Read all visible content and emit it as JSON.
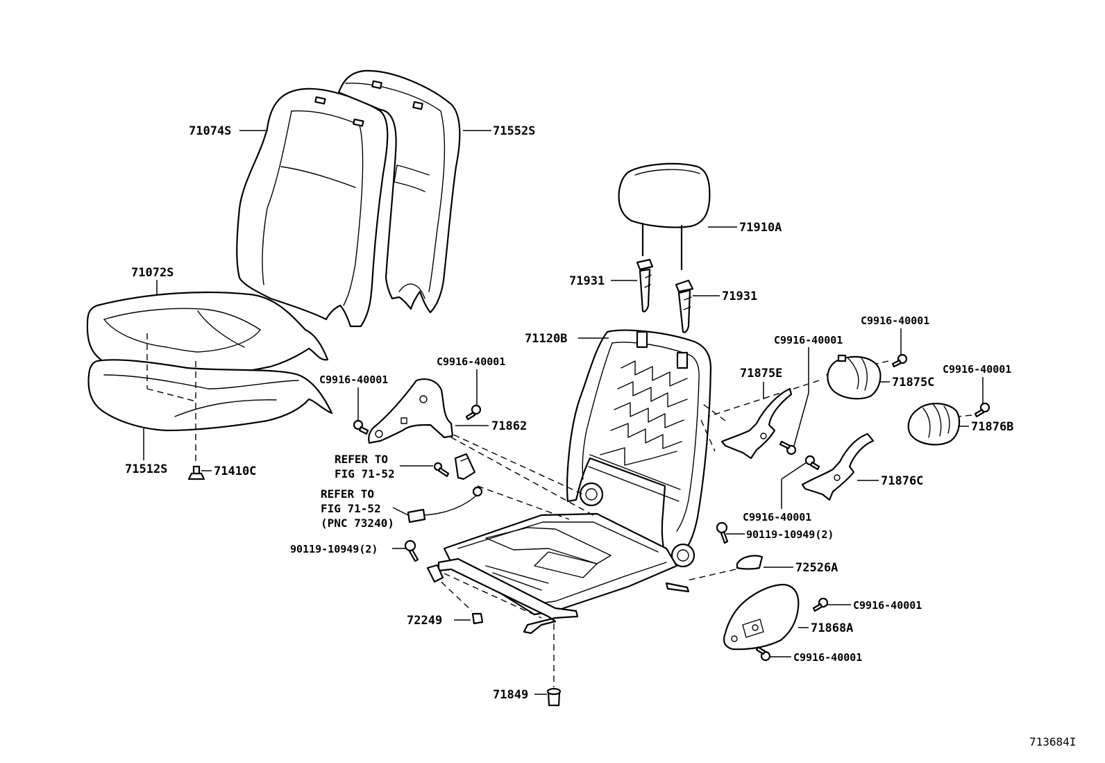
{
  "diagram_id": "713684I",
  "parts": {
    "p71074S": "71074S",
    "p71552S": "71552S",
    "p71072S": "71072S",
    "p71512S": "71512S",
    "p71410C": "71410C",
    "p71910A": "71910A",
    "p71931_left": "71931",
    "p71931_right": "71931",
    "p71120B": "71120B",
    "p71862": "71862",
    "p71875E": "71875E",
    "p71875C": "71875C",
    "p71876B": "71876B",
    "p71876C": "71876C",
    "p72526A": "72526A",
    "p71868A": "71868A",
    "p72249": "72249",
    "p71849": "71849",
    "bolt_left": "90119-10949(2)",
    "bolt_right": "90119-10949(2)",
    "screw_71862_top": "C9916-40001",
    "screw_71862_left": "C9916-40001",
    "screw_71875E": "C9916-40001",
    "screw_71875C": "C9916-40001",
    "screw_71876B": "C9916-40001",
    "screw_71876C": "C9916-40001",
    "screw_71868A_top": "C9916-40001",
    "screw_71868A_bottom": "C9916-40001"
  },
  "references": {
    "ref1_line1": "REFER TO",
    "ref1_line2": "FIG 71-52",
    "ref2_line1": "REFER TO",
    "ref2_line2": "FIG 71-52",
    "ref2_line3": "(PNC 73240)"
  }
}
